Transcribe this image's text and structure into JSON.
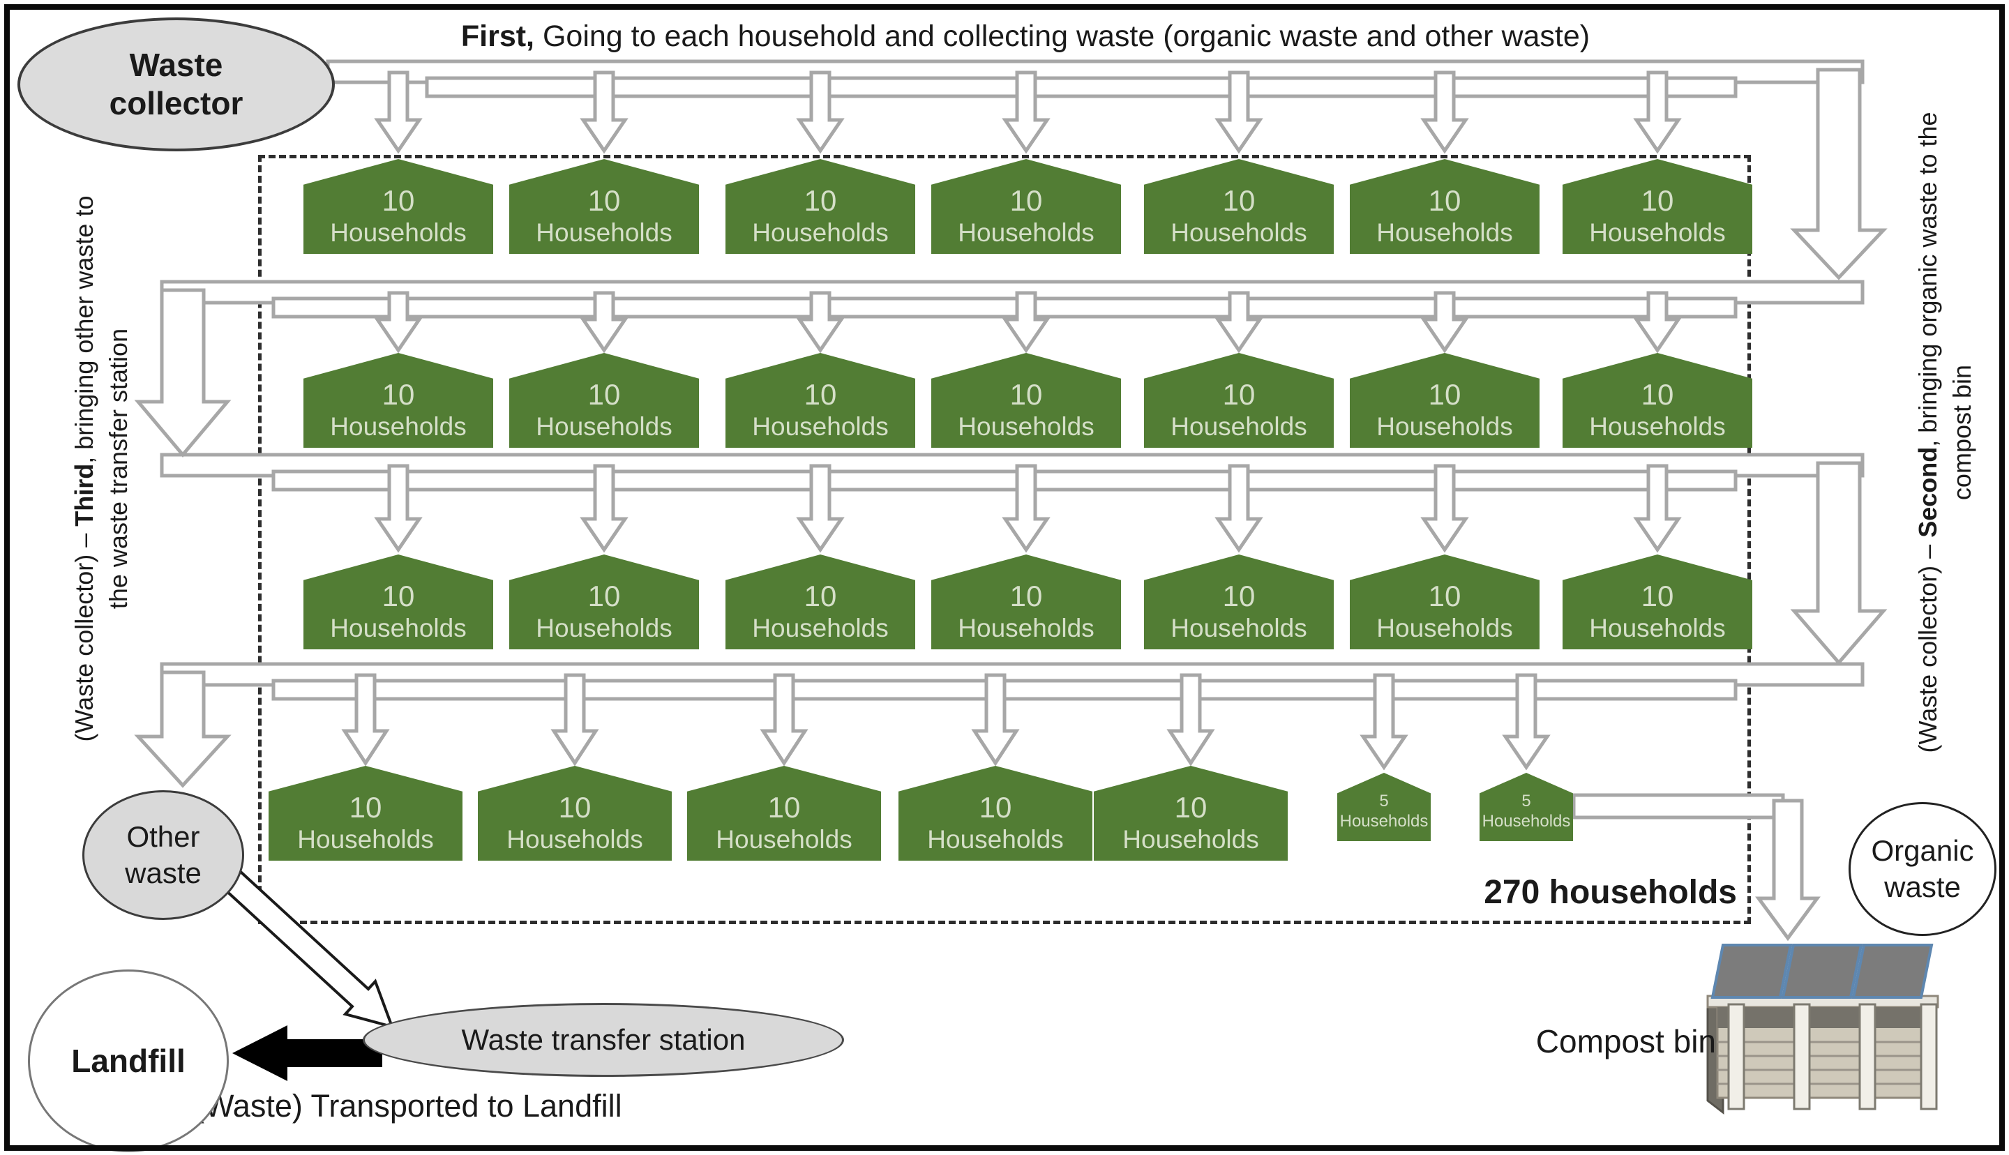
{
  "captions": {
    "first": {
      "bold": "First,",
      "rest": " Going to each household and collecting waste (organic waste and other waste)"
    },
    "second": {
      "prefix": "(Waste collector) – ",
      "bold": "Second",
      "line1_rest": ", bringing organic waste to the",
      "line2": "compost bin"
    },
    "third": {
      "prefix": "(Waste collector) – ",
      "bold": "Third",
      "line1_rest": ", bringing other waste to",
      "line2": "the waste transfer station"
    },
    "transport": "(Waste) Transported to Landfill",
    "total": "270 households"
  },
  "nodes": {
    "waste_collector": {
      "line1": "Waste",
      "line2": "collector"
    },
    "other_waste": {
      "line1": "Other",
      "line2": "waste"
    },
    "organic_waste": {
      "line1": "Organic",
      "line2": "waste"
    },
    "landfill": {
      "label": "Landfill"
    },
    "waste_transfer_station": {
      "label": "Waste transfer station"
    },
    "compost_bin": {
      "label": "Compost bin"
    }
  },
  "houses": {
    "unit_10": {
      "line1": "10",
      "line2": "Households"
    },
    "unit_5": "5 Households",
    "rows": [
      {
        "row": 1,
        "count": 7,
        "households_each": 10
      },
      {
        "row": 2,
        "count": 7,
        "households_each": 10
      },
      {
        "row": 3,
        "count": 7,
        "households_each": 10
      },
      {
        "row": 4,
        "count": 5,
        "households_each": 10
      },
      {
        "row": 4,
        "count": 2,
        "households_each": 5
      }
    ],
    "total_households": 270
  },
  "colors": {
    "house_green": "#527d34",
    "house_text": "#d5dfc8",
    "pipe_gray": "#a7a7a7",
    "node_gray_fill": "#dcdcdc",
    "dashed_border": "#2e2e2e",
    "compost_lid_gray": "#7c7c7c",
    "compost_lid_blue": "#5e87b0",
    "black_arrow": "#000000"
  }
}
